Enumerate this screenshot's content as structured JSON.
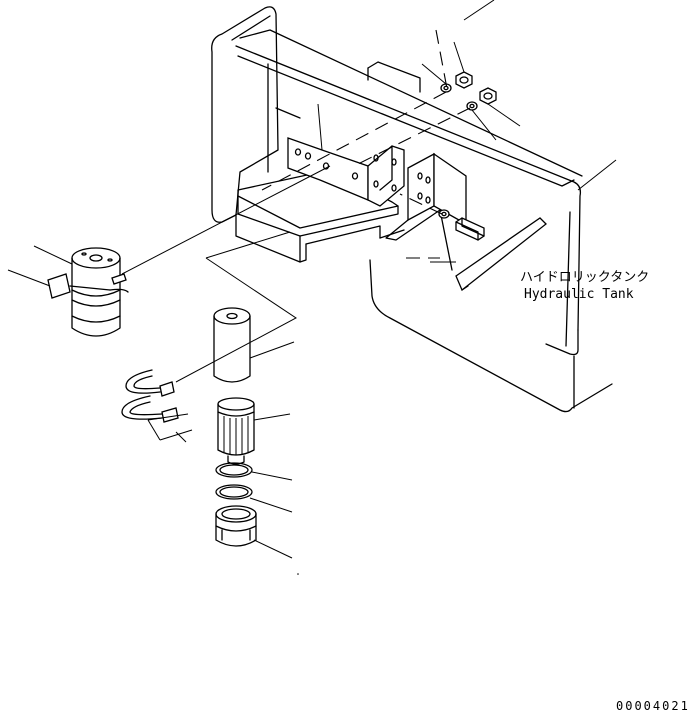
{
  "labels": {
    "tank_jp": "ハイドロリックタンク",
    "tank_en": "Hydraulic Tank",
    "drawing_code": "00004021"
  }
}
